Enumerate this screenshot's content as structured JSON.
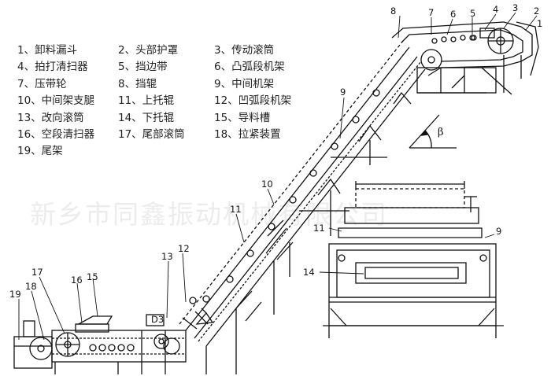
{
  "legend": [
    {
      "id": "1",
      "text": "1、卸料漏斗"
    },
    {
      "id": "2",
      "text": "2、头部护罩"
    },
    {
      "id": "3",
      "text": "3、传动滚筒"
    },
    {
      "id": "4",
      "text": "4、拍打清扫器"
    },
    {
      "id": "5",
      "text": "5、挡边带"
    },
    {
      "id": "6",
      "text": "6、凸弧段机架"
    },
    {
      "id": "7",
      "text": "7、压带轮"
    },
    {
      "id": "8",
      "text": "8、挡辊"
    },
    {
      "id": "9",
      "text": "9、中间机架"
    },
    {
      "id": "10",
      "text": "10、中间架支腿"
    },
    {
      "id": "11",
      "text": "11、上托辊"
    },
    {
      "id": "12",
      "text": "12、凹弧段机架"
    },
    {
      "id": "13",
      "text": "13、改向滚筒"
    },
    {
      "id": "14",
      "text": "14、下托辊"
    },
    {
      "id": "15",
      "text": "15、导料槽"
    },
    {
      "id": "16",
      "text": "16、空段清扫器"
    },
    {
      "id": "17",
      "text": "17、尾部滚筒"
    },
    {
      "id": "18",
      "text": "18、拉紧装置"
    },
    {
      "id": "19",
      "text": "19、尾架"
    }
  ],
  "angle_label": "β",
  "d_label": "D3",
  "callouts": {
    "c1": "1",
    "c2": "2",
    "c3": "3",
    "c4": "4",
    "c5": "5",
    "c6": "6",
    "c7": "7",
    "c8": "8",
    "c9": "9",
    "c9b": "9",
    "c10": "10",
    "c11": "11",
    "c11b": "11",
    "c12": "12",
    "c13": "13",
    "c14": "14",
    "c15": "15",
    "c16": "16",
    "c17": "17",
    "c18": "18",
    "c19": "19"
  },
  "watermark": "新乡市同鑫振动机械有限公司"
}
